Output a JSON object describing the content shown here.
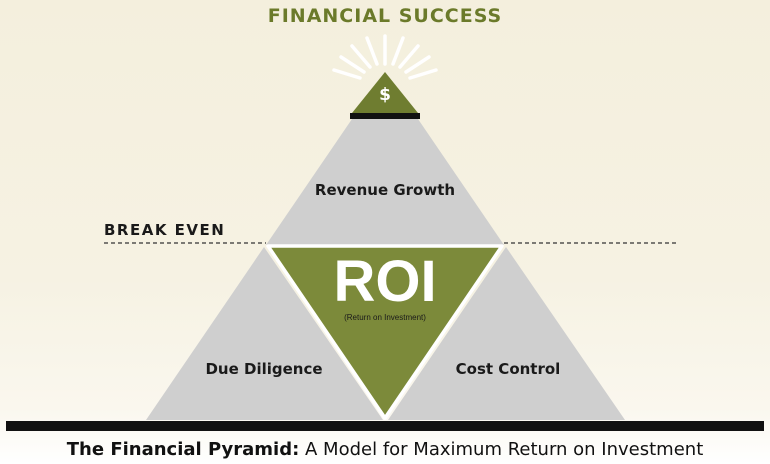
{
  "diagram": {
    "top_label": "FINANCIAL SUCCESS",
    "apex_symbol": "$",
    "break_even_label": "BREAK EVEN",
    "sections": {
      "top": {
        "label": "Revenue Growth"
      },
      "center": {
        "label": "ROI",
        "sublabel": "(Return on Investment)"
      },
      "left": {
        "label": "Due Diligence"
      },
      "right": {
        "label": "Cost Control"
      }
    }
  },
  "caption": {
    "title": "The Financial Pyramid:",
    "text": "A Model for Maximum Return on Investment"
  },
  "colors": {
    "accent_olive": "#7c8a3a",
    "apex_olive": "#6f7d30",
    "section_gray": "#cfcfcf",
    "base_bar": "#111111",
    "background": "#f5f0e0"
  }
}
